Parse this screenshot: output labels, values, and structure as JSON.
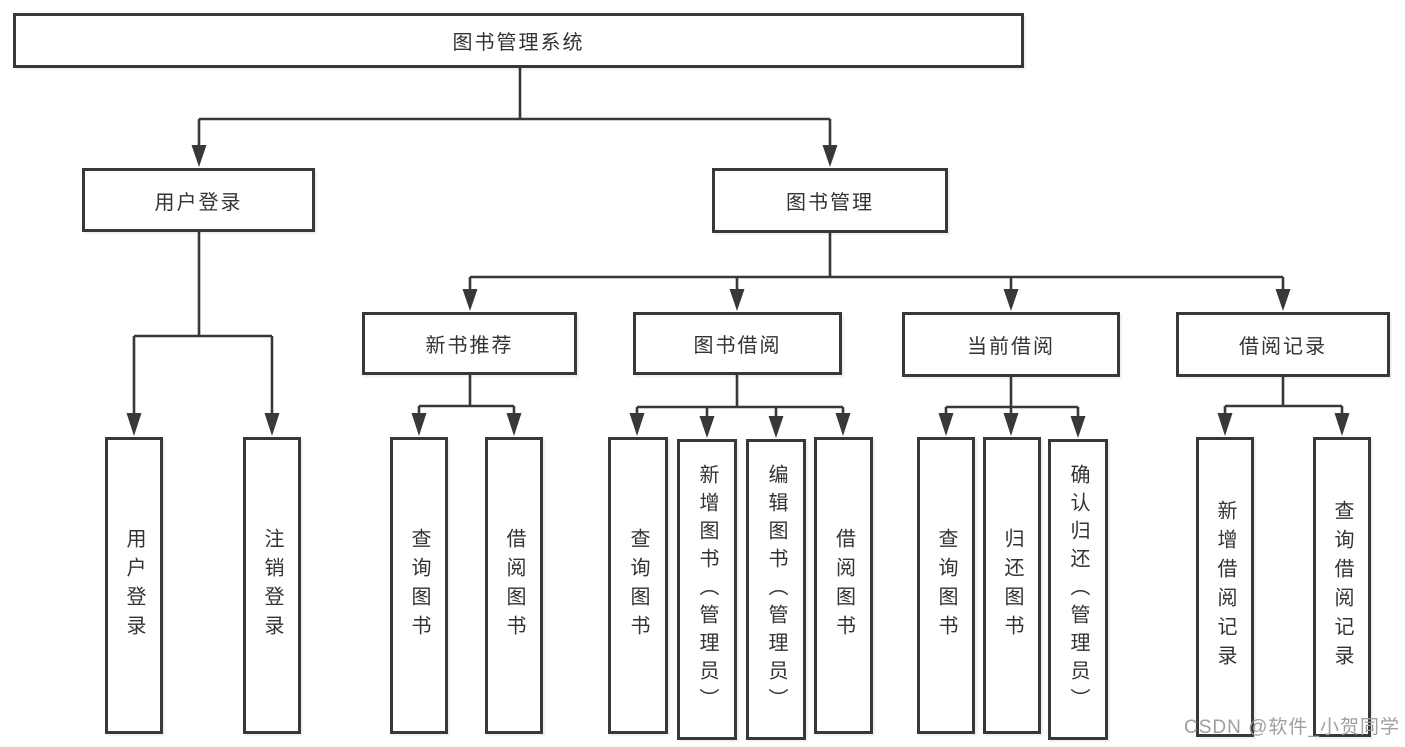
{
  "diagram": {
    "root": "图书管理系统",
    "branches": {
      "user_login": "用户登录",
      "book_mgmt": "图书管理"
    },
    "modules": {
      "new_book_rec": "新书推荐",
      "book_borrow": "图书借阅",
      "current_borrow": "当前借阅",
      "borrow_records": "借阅记录"
    },
    "leaves": {
      "user_login": "用户登录",
      "logout": "注销登录",
      "rec_query_books": "查询图书",
      "rec_borrow_books": "借阅图书",
      "bor_query_books": "查询图书",
      "bor_add_books": "新增图书（管理员）",
      "bor_edit_books": "编辑图书（管理员）",
      "bor_borrow_books": "借阅图书",
      "cur_query_books": "查询图书",
      "cur_return_books": "归还图书",
      "cur_confirm_return": "确认归还（管理员）",
      "hist_add_record": "新增借阅记录",
      "hist_query_record": "查询借阅记录"
    }
  },
  "watermark": {
    "text": "CSDN @软件_小贺同学"
  },
  "colors": {
    "line": "#383838",
    "box_border": "#383838",
    "box_fill": "#ffffff",
    "text": "#333333",
    "watermark": "#9f9f9f"
  }
}
